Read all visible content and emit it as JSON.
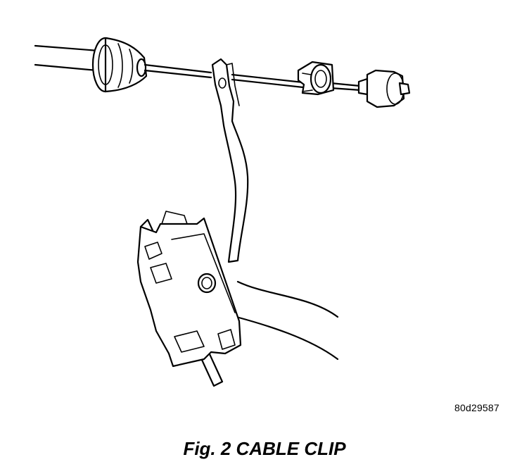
{
  "figure": {
    "caption": "Fig. 2 CABLE CLIP",
    "reference_code": "80d29587"
  },
  "parts": [
    {
      "name": "cable-sheath",
      "kind": "cable"
    },
    {
      "name": "cable-grommet",
      "kind": "grommet"
    },
    {
      "name": "cable-wire",
      "kind": "wire"
    },
    {
      "name": "cable-clip",
      "kind": "clip"
    },
    {
      "name": "cable-end-fitting",
      "kind": "fitting"
    },
    {
      "name": "pedal-arm",
      "kind": "arm"
    },
    {
      "name": "pedal-pad-assembly",
      "kind": "pad"
    }
  ]
}
